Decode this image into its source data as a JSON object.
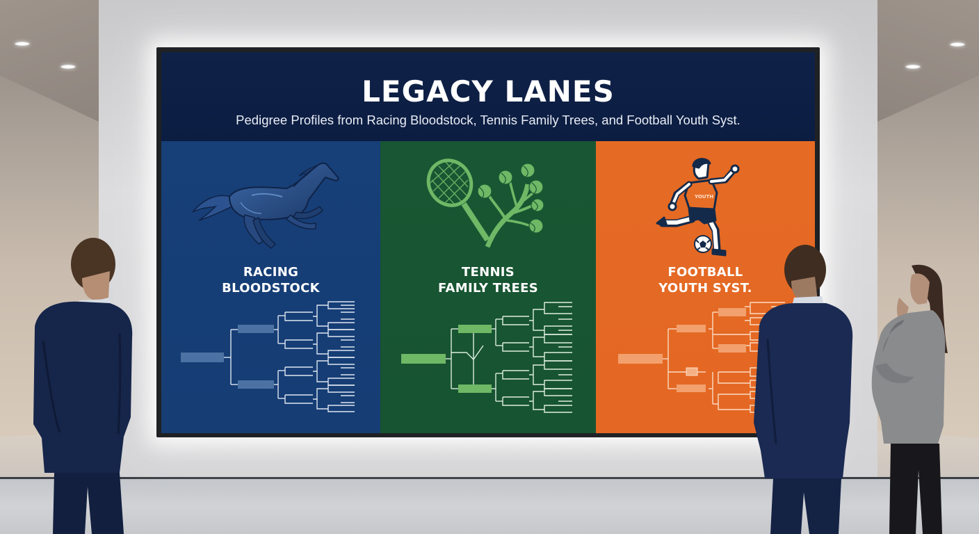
{
  "display": {
    "title": "LEGACY LANES",
    "subtitle": "Pedigree Profiles from Racing Bloodstock, Tennis Family Trees, and Football Youth Syst.",
    "header_color": "#0e1f45",
    "panels": [
      {
        "id": "racing",
        "label_line1": "RACING",
        "label_line2": "BLOODSTOCK",
        "icon": "galloping-horse-icon",
        "bg_color": "#163e76",
        "accent_color": "#4c72a3",
        "diagram": "pedigree-bracket"
      },
      {
        "id": "tennis",
        "label_line1": "TENNIS",
        "label_line2": "FAMILY TREES",
        "icon": "tennis-racket-tree-icon",
        "bg_color": "#185532",
        "accent_color": "#6fb866",
        "diagram": "pedigree-bracket"
      },
      {
        "id": "football",
        "label_line1": "FOOTBALL",
        "label_line2": "YOUTH SYST.",
        "icon": "football-player-kicking-icon",
        "shirt_text": "YOUTH",
        "bg_color": "#e56a24",
        "accent_color": "#f2a06d",
        "diagram": "pedigree-bracket"
      }
    ]
  },
  "scene": {
    "setting": "gallery-room",
    "people": [
      "man-navy-suit-left",
      "man-navy-suit-right",
      "woman-grey-blazer"
    ]
  }
}
